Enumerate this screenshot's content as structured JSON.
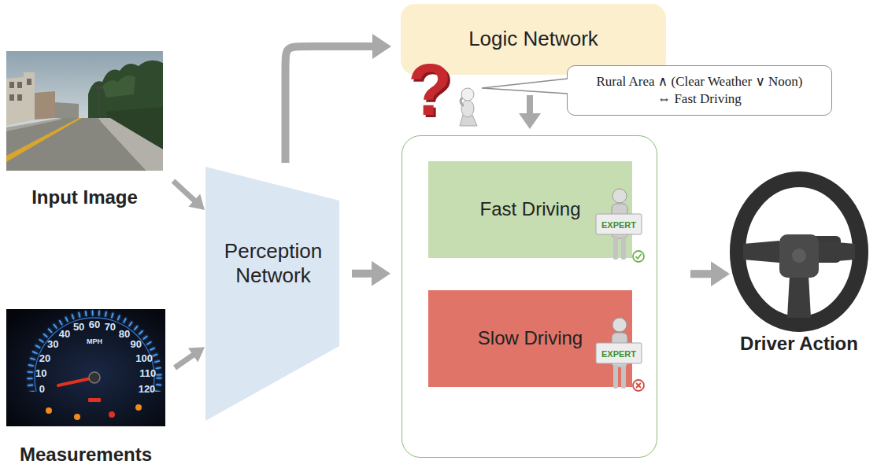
{
  "diagram": {
    "nodes": [
      {
        "text": [
          "Input Image"
        ]
      },
      {
        "text": [
          "Measurements"
        ]
      },
      {
        "text": [
          "Perception Network"
        ]
      },
      {
        "text": [
          "Logic Network"
        ]
      },
      {
        "text": [
          "Rural Area ∧ (Clear Weather ∨ Noon) ⇔ Fast Driving"
        ]
      },
      {
        "text": []
      },
      {
        "text": [
          "Fast Driving"
        ],
        "in": 5
      },
      {
        "text": [
          "Slow Driving"
        ],
        "in": 5
      },
      {
        "text": [
          "Driver Action"
        ]
      }
    ],
    "edges": [
      {
        "from": 0,
        "to": 2,
        "arrow": "to"
      },
      {
        "from": 1,
        "to": 2,
        "arrow": "to"
      },
      {
        "from": 2,
        "to": 3,
        "arrow": "to"
      },
      {
        "from": 2,
        "to": 5,
        "arrow": "to"
      },
      {
        "from": 4,
        "to": 5,
        "arrow": "to"
      },
      {
        "from": 5,
        "to": 8,
        "arrow": "to"
      }
    ],
    "labels": [
      "?",
      "EXPERT",
      "EXPERT",
      "0",
      "10",
      "20",
      "30",
      "40",
      "50",
      "60",
      "70",
      "80",
      "90",
      "100",
      "110",
      "120",
      "MPH"
    ]
  }
}
